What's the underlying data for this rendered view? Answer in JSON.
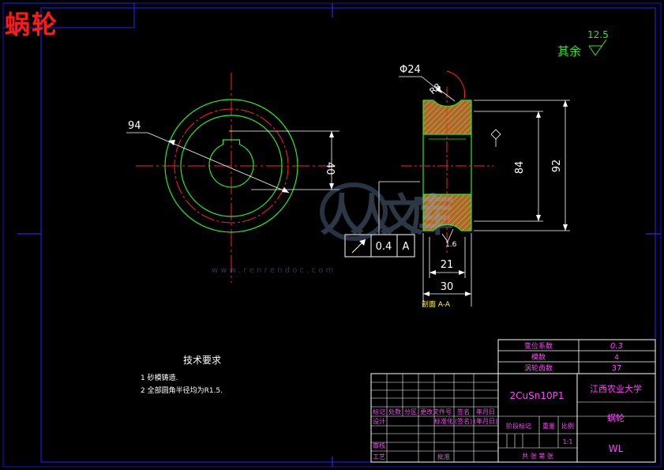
{
  "corner_title": "蜗轮",
  "watermark": {
    "text": "人人文库",
    "url": "w w w . r e n r e n d o c . c o m"
  },
  "roughness": {
    "label": "其余",
    "value": "12.5"
  },
  "front_view": {
    "dim_diameter": "94",
    "dim_key_depth": "40"
  },
  "section_view": {
    "dim_phi": "Φ24",
    "dim_r": "R8",
    "dim_84": "84",
    "dim_92": "92",
    "dim_21": "21",
    "dim_30": "30",
    "dim_inner_rough": "1.6",
    "label": "剖面 A-A"
  },
  "tolerance": {
    "value": "0.4",
    "datum": "A"
  },
  "tech_req": {
    "title": "技术要求",
    "items": [
      "1   砂模铸造.",
      "2   全部圆角半径均为R1.5."
    ]
  },
  "param_table": {
    "rows": [
      {
        "label": "变位系数",
        "value": "0.3"
      },
      {
        "label": "模数",
        "value": "4"
      },
      {
        "label": "涡轮齿数",
        "value": "37"
      }
    ]
  },
  "title_block": {
    "material": "2CuSn10P1",
    "school": "江西农业大学",
    "part_name": "蜗轮",
    "drawing_no": "WL",
    "scale": "1:1",
    "headers": [
      "标记",
      "处数",
      "分区",
      "更改文件号",
      "签名",
      "年月日"
    ],
    "row_design": [
      "设计",
      "",
      "",
      "标准化",
      "(签名)",
      "(年月日)"
    ],
    "row_review": "审核",
    "row_process": "工艺",
    "row_approve": "批准",
    "stage_mark": "阶段标记",
    "weight": "重量",
    "scale_label": "比例",
    "sheets": "共  张  第  张"
  }
}
